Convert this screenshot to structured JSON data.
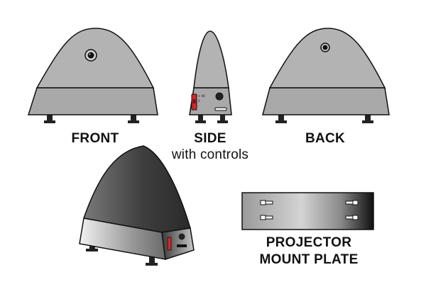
{
  "labels": {
    "front": "FRONT",
    "side": "SIDE",
    "side_sub": "with controls",
    "back": "BACK",
    "plate_line1": "PROJECTOR",
    "plate_line2": "MOUNT PLATE"
  },
  "colors": {
    "body_gray": "#b3b3b3",
    "base_gray": "#a9a9a9",
    "outline": "#111111",
    "switch_red": "#d6262b",
    "label_text": "#111111"
  }
}
